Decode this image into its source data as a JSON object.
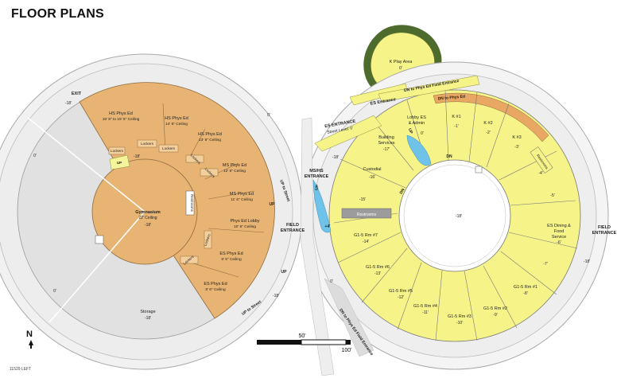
{
  "title": "FLOOR PLANS",
  "drawing_code": "11529 LEFT",
  "north": "N",
  "scale_bar": {
    "mid": "50'",
    "end": "100'"
  },
  "left_plan": {
    "labels": {
      "exit": "EXIT",
      "exit_level": "-18'",
      "top_level": "0'",
      "gym_name": "Gymnasium",
      "gym_ceiling": "22' Ceiling",
      "gym_level": "-18'",
      "hs_ped1_name": "HS Phys Ed",
      "hs_ped1_ceiling": "16' 8\" to 15' 6\" Ceiling",
      "hs_ped2_name": "HS Phys Ed",
      "hs_ped2_ceiling": "14' 6\" Ceiling",
      "hs_ped3_name": "HS Phys Ed",
      "hs_ped3_ceiling": "13' 6\" Ceiling",
      "ms_ped1_name": "MS Phys Ed",
      "ms_ped1_ceiling": "12' 6\" Ceiling",
      "ms_ped2_name": "MS Phys Ed",
      "ms_ped2_ceiling": "11' 6\" Ceiling",
      "lobby_name": "Phys Ed Lobby",
      "lobby_ceiling": "10' 6\" Ceiling",
      "es_ped1_name": "ES Phys Ed",
      "es_ped1_ceiling": "9' 6\" Ceiling",
      "es_ped2_name": "ES Phys Ed",
      "es_ped2_ceiling": "8' 6\" Ceiling",
      "lockers_a": "Lockers",
      "lockers_b": "Lockers",
      "lockers_c": "Lockers",
      "lockers_d": "Lockers",
      "lockers_e": "Lockers",
      "lockers_f": "Lockers",
      "lockers_g": "Lockers",
      "restrooms": "Restrooms",
      "up_small": "UP",
      "ramp_level": "-18'",
      "storage_name": "Storage",
      "storage_level": "-18'",
      "up_to_street_top": "UP to Street",
      "up_to_street_bottom": "UP to Street",
      "up_right": "UP",
      "up_lower": "UP",
      "field_entrance_1": "FIELD",
      "field_entrance_2": "ENTRANCE",
      "level_right": "-18'",
      "level_left": "0'",
      "level_bottom": "0'"
    }
  },
  "right_plan": {
    "labels": {
      "kplay_name": "K Play Area",
      "kplay_level": "0'",
      "es_entrance": "ES Entrance",
      "dn_phys_top": "DN to Phys Ed Field Entrance",
      "dn_phys_short": "DN to Phys Ed",
      "es_entrance_big": "ES ENTRANCE",
      "street_level": "Street Level: 0'",
      "lobby_line1": "Lobby ES",
      "lobby_line2": "& Admin",
      "lobby_level": "0'",
      "up_lobby": "UP",
      "k1_name": "K #1",
      "k1_level": "-1'",
      "k2_name": "K #2",
      "k2_level": "-2'",
      "k3_name": "K #3",
      "k3_level": "-3'",
      "restrooms_right": "Restrooms",
      "lvl_minus4": "-4'",
      "lvl_minus5": "-5'",
      "dining_line1": "ES Dining &",
      "dining_line2": "Food",
      "dining_line3": "Service",
      "dining_level": "-6'",
      "lvl_minus7": "-7'",
      "rm1_name": "G1-5 Rm #1",
      "rm1_level": "-8'",
      "rm2_name": "G1-5 Rm #2",
      "rm2_level": "-9'",
      "rm3_name": "G1-5 Rm #3",
      "rm3_level": "-10'",
      "rm4_name": "G1-5 Rm #4",
      "rm4_level": "-11'",
      "rm5_name": "G1-5 Rm #5",
      "rm5_level": "-12'",
      "rm6_name": "G1-5 Rm #6",
      "rm6_level": "-13'",
      "rm7_name": "G1-5 Rm #7",
      "rm7_level": "-14'",
      "restrooms_left": "Restrooms",
      "lvl_minus15": "-15'",
      "custodial_name": "Custodial",
      "custodial_level": "-16'",
      "bldg_line1": "Building",
      "bldg_line2": "Services",
      "bldg_level": "-17'",
      "dn_1": "DN",
      "dn_2": "DN",
      "court_level": "-18'",
      "ms_hs_1": "MS/HS",
      "ms_hs_2": "ENTRANCE",
      "up_ramp": "UP",
      "ramp_level": "+4'",
      "outer_left_level": "-18'",
      "bottom_level": "0'",
      "dn_bottom": "DN to Phys Ed Field Entrance",
      "field_entrance_1": "FIELD",
      "field_entrance_2": "ENTRANCE",
      "right_level": "-18'"
    }
  },
  "colors": {
    "left_rooms": "#e8b474",
    "right_rooms": "#f6f489",
    "storage": "#e3e3e3",
    "ring": "#f2f2f2",
    "water": "#6fc2e8",
    "k_play_outer": "#4e6b2e",
    "lobby_strip": "#e9a764",
    "restroom_box": "#9c9c9c"
  }
}
